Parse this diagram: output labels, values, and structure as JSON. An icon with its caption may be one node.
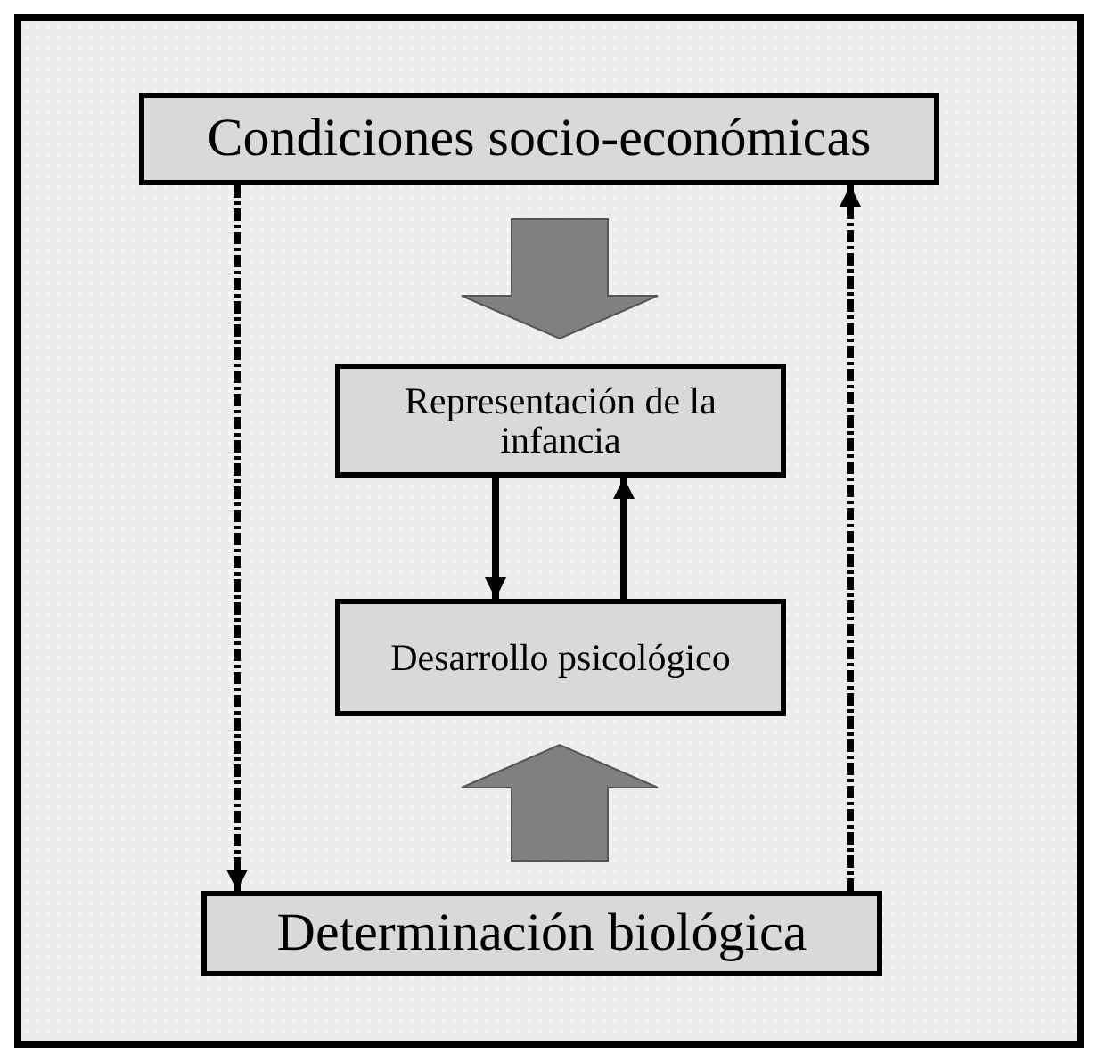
{
  "diagram": {
    "nodes": [
      {
        "text": [
          "Condiciones socio-económicas"
        ]
      },
      {
        "text": [
          "Representación de la infancia"
        ]
      },
      {
        "text": [
          "Desarrollo psicológico"
        ]
      },
      {
        "text": [
          "Determinación biológica"
        ]
      }
    ],
    "edges": [
      {
        "from": 0,
        "to": 3,
        "arrow": "to",
        "style": "dashed"
      },
      {
        "from": 3,
        "to": 0,
        "arrow": "to",
        "style": "dashed"
      },
      {
        "from": 0,
        "to": 1,
        "arrow": "to",
        "style": "thick",
        "color": "#808080"
      },
      {
        "from": 1,
        "to": 2,
        "arrow": "to"
      },
      {
        "from": 2,
        "to": 1,
        "arrow": "to"
      },
      {
        "from": 3,
        "to": 2,
        "arrow": "to",
        "style": "thick",
        "color": "#808080"
      }
    ]
  }
}
